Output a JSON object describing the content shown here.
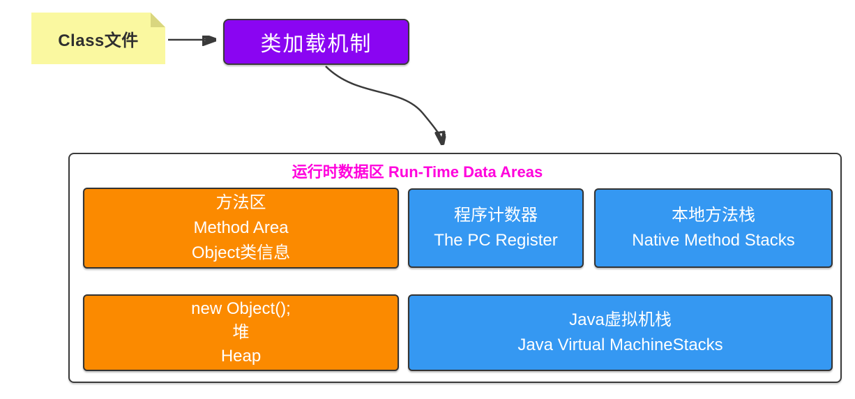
{
  "diagram": {
    "note": {
      "label": "Class文件"
    },
    "loader": {
      "label": "类加载机制"
    },
    "runtime": {
      "title": "运行时数据区 Run-Time Data Areas",
      "boxes": [
        {
          "id": "method-area",
          "fill": "orange",
          "lines": [
            "方法区",
            "Method Area",
            "Object类信息"
          ]
        },
        {
          "id": "pc-register",
          "fill": "blue",
          "lines": [
            "程序计数器",
            "The PC Register"
          ]
        },
        {
          "id": "native-method-stacks",
          "fill": "blue",
          "lines": [
            "本地方法栈",
            "Native Method Stacks"
          ]
        },
        {
          "id": "heap",
          "fill": "orange",
          "lines": [
            "new Object();",
            "堆",
            "Heap"
          ]
        },
        {
          "id": "java-vm-stacks",
          "fill": "blue",
          "lines": [
            "Java虚拟机栈",
            "Java Virtual MachineStacks"
          ]
        }
      ]
    },
    "arrows": [
      {
        "id": "note-to-loader",
        "from": "class-file-note",
        "to": "class-loader-box"
      },
      {
        "id": "loader-to-runtime",
        "from": "class-loader-box",
        "to": "runtime-data-area"
      },
      {
        "id": "heap-to-method-area",
        "from": "heap-box",
        "to": "method-area-box"
      }
    ],
    "colors": {
      "orange": "#FB8A00",
      "blue": "#3598F2",
      "purple": "#8A05F2",
      "yellow": "#FAF8A0",
      "fold": "#D9D67F",
      "magenta": "#FF00DC",
      "ink": "#3A3A3A",
      "text-dark": "#2F2F2F"
    }
  }
}
